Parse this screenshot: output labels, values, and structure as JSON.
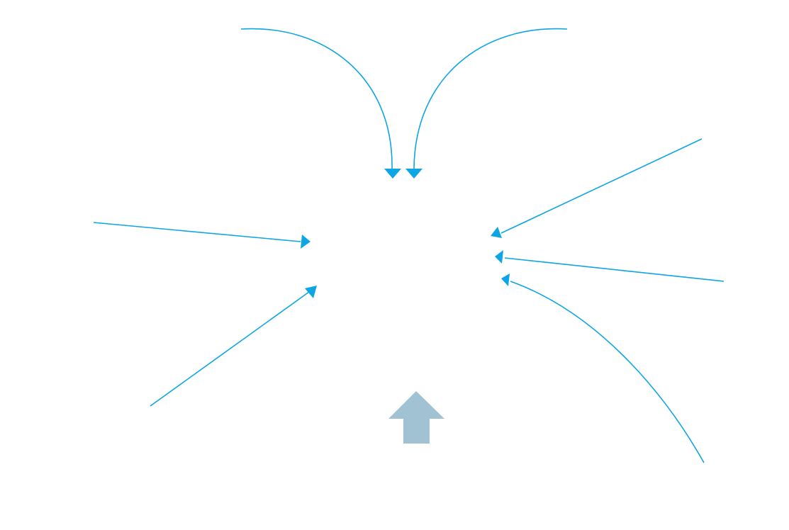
{
  "diagram": {
    "background": "#ffffff",
    "colors": {
      "connector": "#0ea5e4",
      "block_arrow": "#a0c2d3"
    },
    "connectors": [
      {
        "name": "curved-arrow-top-left",
        "shape": "curved",
        "direction": "down"
      },
      {
        "name": "curved-arrow-top-right",
        "shape": "curved",
        "direction": "down"
      },
      {
        "name": "arrow-upper-right",
        "shape": "straight",
        "direction": "left"
      },
      {
        "name": "arrow-left",
        "shape": "straight",
        "direction": "right"
      },
      {
        "name": "arrow-right",
        "shape": "straight",
        "direction": "left"
      },
      {
        "name": "arrow-lower-left",
        "shape": "straight",
        "direction": "up-right"
      },
      {
        "name": "curved-arrow-lower-right",
        "shape": "curved",
        "direction": "up-left"
      }
    ],
    "block_arrow": {
      "name": "block-arrow-up",
      "icon": "arrow-up-icon",
      "direction": "up"
    }
  }
}
